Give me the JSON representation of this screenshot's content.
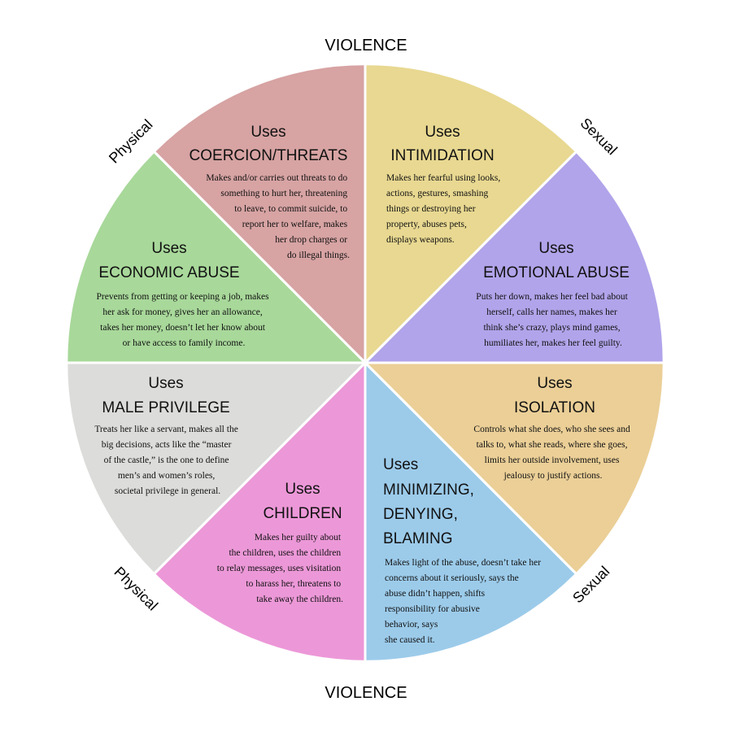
{
  "labels": {
    "top": "VIOLENCE",
    "bottom": "VIOLENCE",
    "upper_left": "Physical",
    "upper_right": "Sexual",
    "lower_left": "Physical",
    "lower_right": "Sexual"
  },
  "segments": [
    {
      "key": "coercion",
      "color": "#e8d891",
      "uses": "Uses",
      "heading": [
        "COERCION/THREATS"
      ],
      "body": [
        "Makes and/or carries out threats to do",
        "something to hurt her, threatening",
        "to leave, to commit suicide, to",
        "report her to welfare, makes",
        "her drop charges or",
        "do illegal things."
      ]
    },
    {
      "key": "intimidation",
      "color": "#b1a4ea",
      "uses": "Uses",
      "heading": [
        "INTIMIDATION"
      ],
      "body": [
        "Makes her fearful using looks,",
        "actions, gestures, smashing",
        "things or destroying her",
        "property, abuses pets,",
        "displays weapons."
      ]
    },
    {
      "key": "emotional",
      "color": "#ebcf97",
      "uses": "Uses",
      "heading": [
        "EMOTIONAL ABUSE"
      ],
      "body": [
        "Puts her down, makes her feel bad about",
        "herself, calls her names, makes her",
        "think she’s crazy, plays mind games,",
        "humiliates her, makes her feel guilty."
      ]
    },
    {
      "key": "isolation",
      "color": "#9ccbea",
      "uses": "Uses",
      "heading": [
        "ISOLATION"
      ],
      "body": [
        "Controls what she does, who she sees and",
        "talks to, what she reads, where she goes,",
        "limits her outside involvement, uses",
        "jealousy to justify actions."
      ]
    },
    {
      "key": "minimizing",
      "color": "#ec98d8",
      "uses": "Uses",
      "heading": [
        "MINIMIZING,",
        "DENYING,",
        "BLAMING"
      ],
      "body": [
        "Makes light of the abuse, doesn’t take her",
        "concerns about it seriously, says the",
        "abuse didn’t happen, shifts",
        "responsibility for abusive",
        "behavior, says",
        "she caused it."
      ]
    },
    {
      "key": "children",
      "color": "#dcdcda",
      "uses": "Uses",
      "heading": [
        "CHILDREN"
      ],
      "body": [
        "Makes her guilty about",
        "the children, uses the children",
        "to relay messages, uses visitation",
        "to harass her, threatens to",
        "take away the children."
      ]
    },
    {
      "key": "privilege",
      "color": "#a8d89a",
      "uses": "Uses",
      "heading": [
        "MALE PRIVILEGE"
      ],
      "body": [
        "Treats her like a servant, makes all the",
        "big decisions, acts like the “master",
        "of the castle,” is the one to define",
        "men’s and women’s roles,",
        "societal privilege in general."
      ]
    },
    {
      "key": "economic",
      "color": "#d7a3a3",
      "uses": "Uses",
      "heading": [
        "ECONOMIC ABUSE"
      ],
      "body": [
        "Prevents from getting or keeping a job, makes",
        "her ask for money, gives her an allowance,",
        "takes her money, doesn’t let her know about",
        "or have access to family income."
      ]
    }
  ]
}
